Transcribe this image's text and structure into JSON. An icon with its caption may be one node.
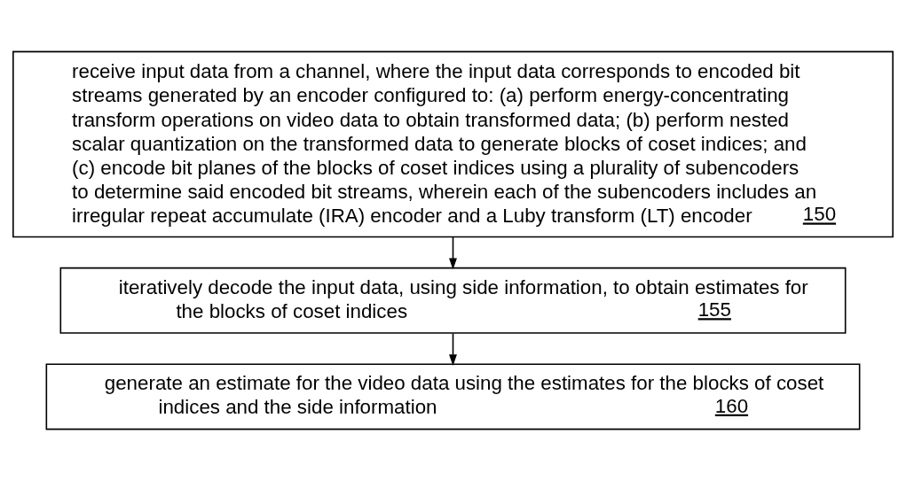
{
  "diagram": {
    "nodes": [
      {
        "text": [
          "receive input data from a channel, where the input data corresponds to encoded bit streams generated by an encoder configured to: (a) perform energy-concentrating transform operations on video data to obtain transformed data; (b) perform nested scalar quantization on the transformed data to generate blocks of coset indices; and (c) encode bit planes of the blocks of coset indices using a plurality of subencoders to determine said encoded bit streams, wherein each of the subencoders includes an irregular repeat accumulate (IRA) encoder and a Luby transform (LT) encoder",
          "150"
        ]
      },
      {
        "text": [
          "iteratively decode the input data, using side information, to obtain estimates for the blocks of coset indices",
          "155"
        ]
      },
      {
        "text": [
          "generate an estimate for the video data using the estimates for the blocks of coset indices and the side information",
          "160"
        ]
      }
    ],
    "edges": [
      {
        "from": 0,
        "to": 1,
        "arrow": "to"
      },
      {
        "from": 1,
        "to": 2,
        "arrow": "to"
      }
    ]
  }
}
